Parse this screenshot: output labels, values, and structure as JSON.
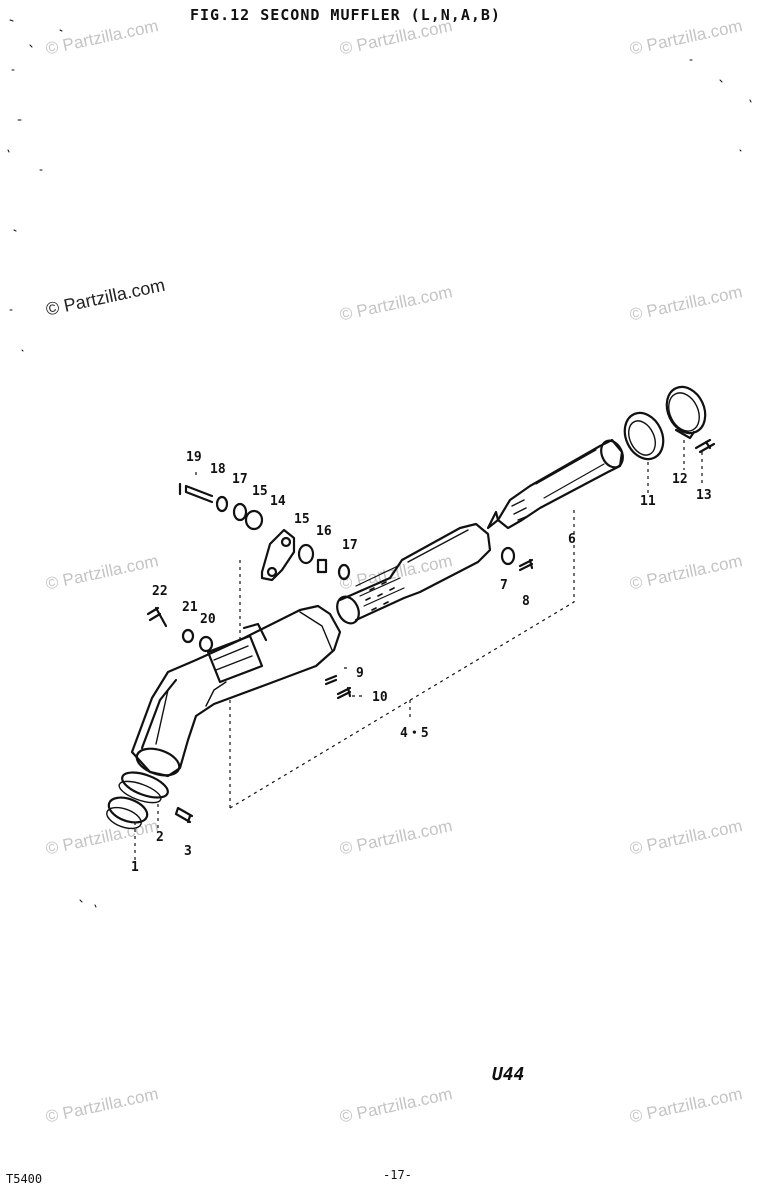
{
  "title": "FIG.12  SECOND MUFFLER (L,N,A,B)",
  "watermark": "© Partzilla.com",
  "footer": {
    "left": "T5400",
    "page": "-17-",
    "code": "U44"
  },
  "callouts": {
    "c1": "1",
    "c2": "2",
    "c3": "3",
    "c45": "4・5",
    "c6": "6",
    "c7": "7",
    "c8": "8",
    "c9": "9",
    "c10": "10",
    "c11": "11",
    "c12": "12",
    "c13": "13",
    "c14": "14",
    "c15a": "15",
    "c15b": "15",
    "c16": "16",
    "c17a": "17",
    "c17b": "17",
    "c18": "18",
    "c19": "19",
    "c20": "20",
    "c21": "21",
    "c22": "22"
  }
}
